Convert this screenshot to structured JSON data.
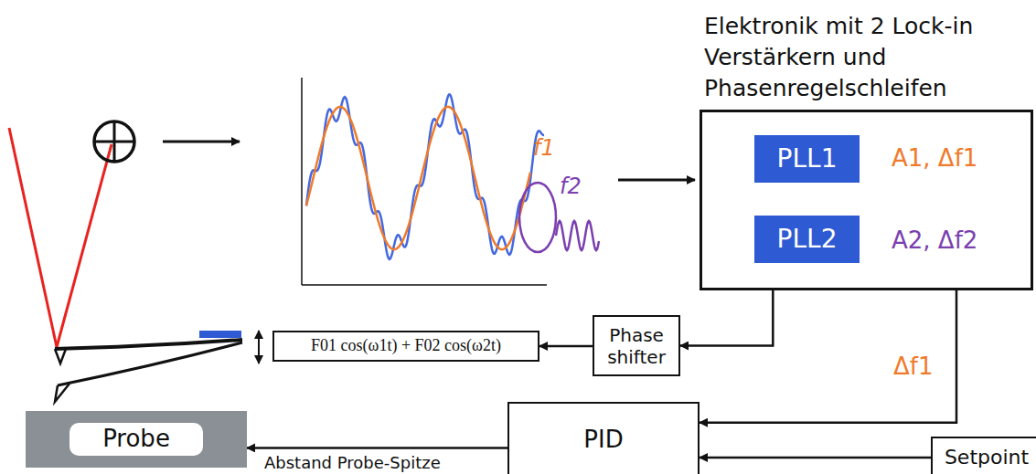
{
  "diagram": {
    "nodes": [
      {
        "text": [
          "Elektronik mit 2 Lock-in Verstärkern und Phasenregelschleifen"
        ]
      },
      {
        "text": [
          "PLL1"
        ],
        "in": 0
      },
      {
        "text": [
          "PLL2"
        ],
        "in": 0
      },
      {
        "text": [
          "Phase shifter"
        ]
      },
      {
        "text": [
          "F01 cos(ω1t) + F02 cos(ω2t)"
        ]
      },
      {
        "text": [
          "PID"
        ]
      },
      {
        "text": [
          "Setpoint"
        ]
      },
      {
        "text": [
          "Probe"
        ]
      }
    ],
    "edges": [
      {
        "from": 0,
        "to": 3,
        "arrow": "to"
      },
      {
        "from": 3,
        "to": 4,
        "arrow": "to"
      },
      {
        "from": 0,
        "to": 5,
        "label": "Δf1",
        "arrow": "to"
      },
      {
        "from": 6,
        "to": 5,
        "arrow": "to"
      },
      {
        "from": 5,
        "to": 7,
        "label": "Abstand Probe-Spitze",
        "arrow": "to"
      }
    ],
    "labels": [
      "f1",
      "f2",
      "A1, Δf1",
      "A2, Δf2"
    ]
  }
}
